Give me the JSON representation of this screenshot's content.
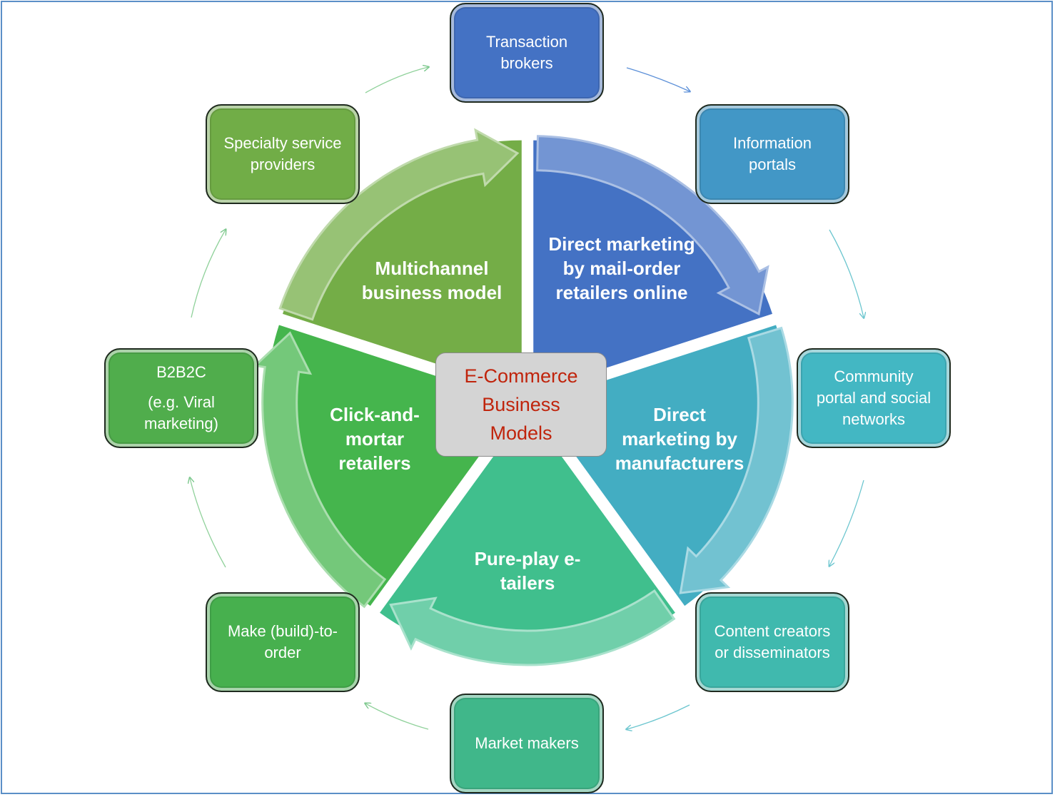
{
  "center": {
    "label": "E-Commerce Business Models"
  },
  "segments": [
    {
      "id": "direct-mail-order",
      "label": "Direct marketing by mail-order retailers online",
      "color": "#4472c4"
    },
    {
      "id": "direct-manufacturers",
      "label": "Direct marketing by manufacturers",
      "color": "#43adc2"
    },
    {
      "id": "pure-play",
      "label": "Pure-play e-tailers",
      "color": "#40bf8d"
    },
    {
      "id": "click-and-mortar",
      "label": "Click-and-mortar retailers",
      "color": "#45b54d"
    },
    {
      "id": "multichannel",
      "label": "Multichannel business model",
      "color": "#74ad47"
    }
  ],
  "outer_boxes": [
    {
      "id": "transaction-brokers",
      "lines": [
        "Transaction",
        "brokers"
      ],
      "color": "#4472c4"
    },
    {
      "id": "information-portals",
      "lines": [
        "Information",
        "portals"
      ],
      "color": "#4297c6"
    },
    {
      "id": "community-portal",
      "lines": [
        "Community",
        "portal and social",
        "networks"
      ],
      "color": "#43b7c3"
    },
    {
      "id": "content-creators",
      "lines": [
        "Content creators",
        "or disseminators"
      ],
      "color": "#40b9ae"
    },
    {
      "id": "market-makers",
      "lines": [
        "Market makers"
      ],
      "color": "#40b78a"
    },
    {
      "id": "make-to-order",
      "lines": [
        "Make (build)-to-",
        "order"
      ],
      "color": "#47b04e"
    },
    {
      "id": "b2b2c",
      "lines": [
        "B2B2C",
        "(e.g. Viral",
        "marketing)"
      ],
      "color": "#50ad4c"
    },
    {
      "id": "specialty-service",
      "lines": [
        "Specialty service",
        "providers"
      ],
      "color": "#71ad47"
    }
  ]
}
